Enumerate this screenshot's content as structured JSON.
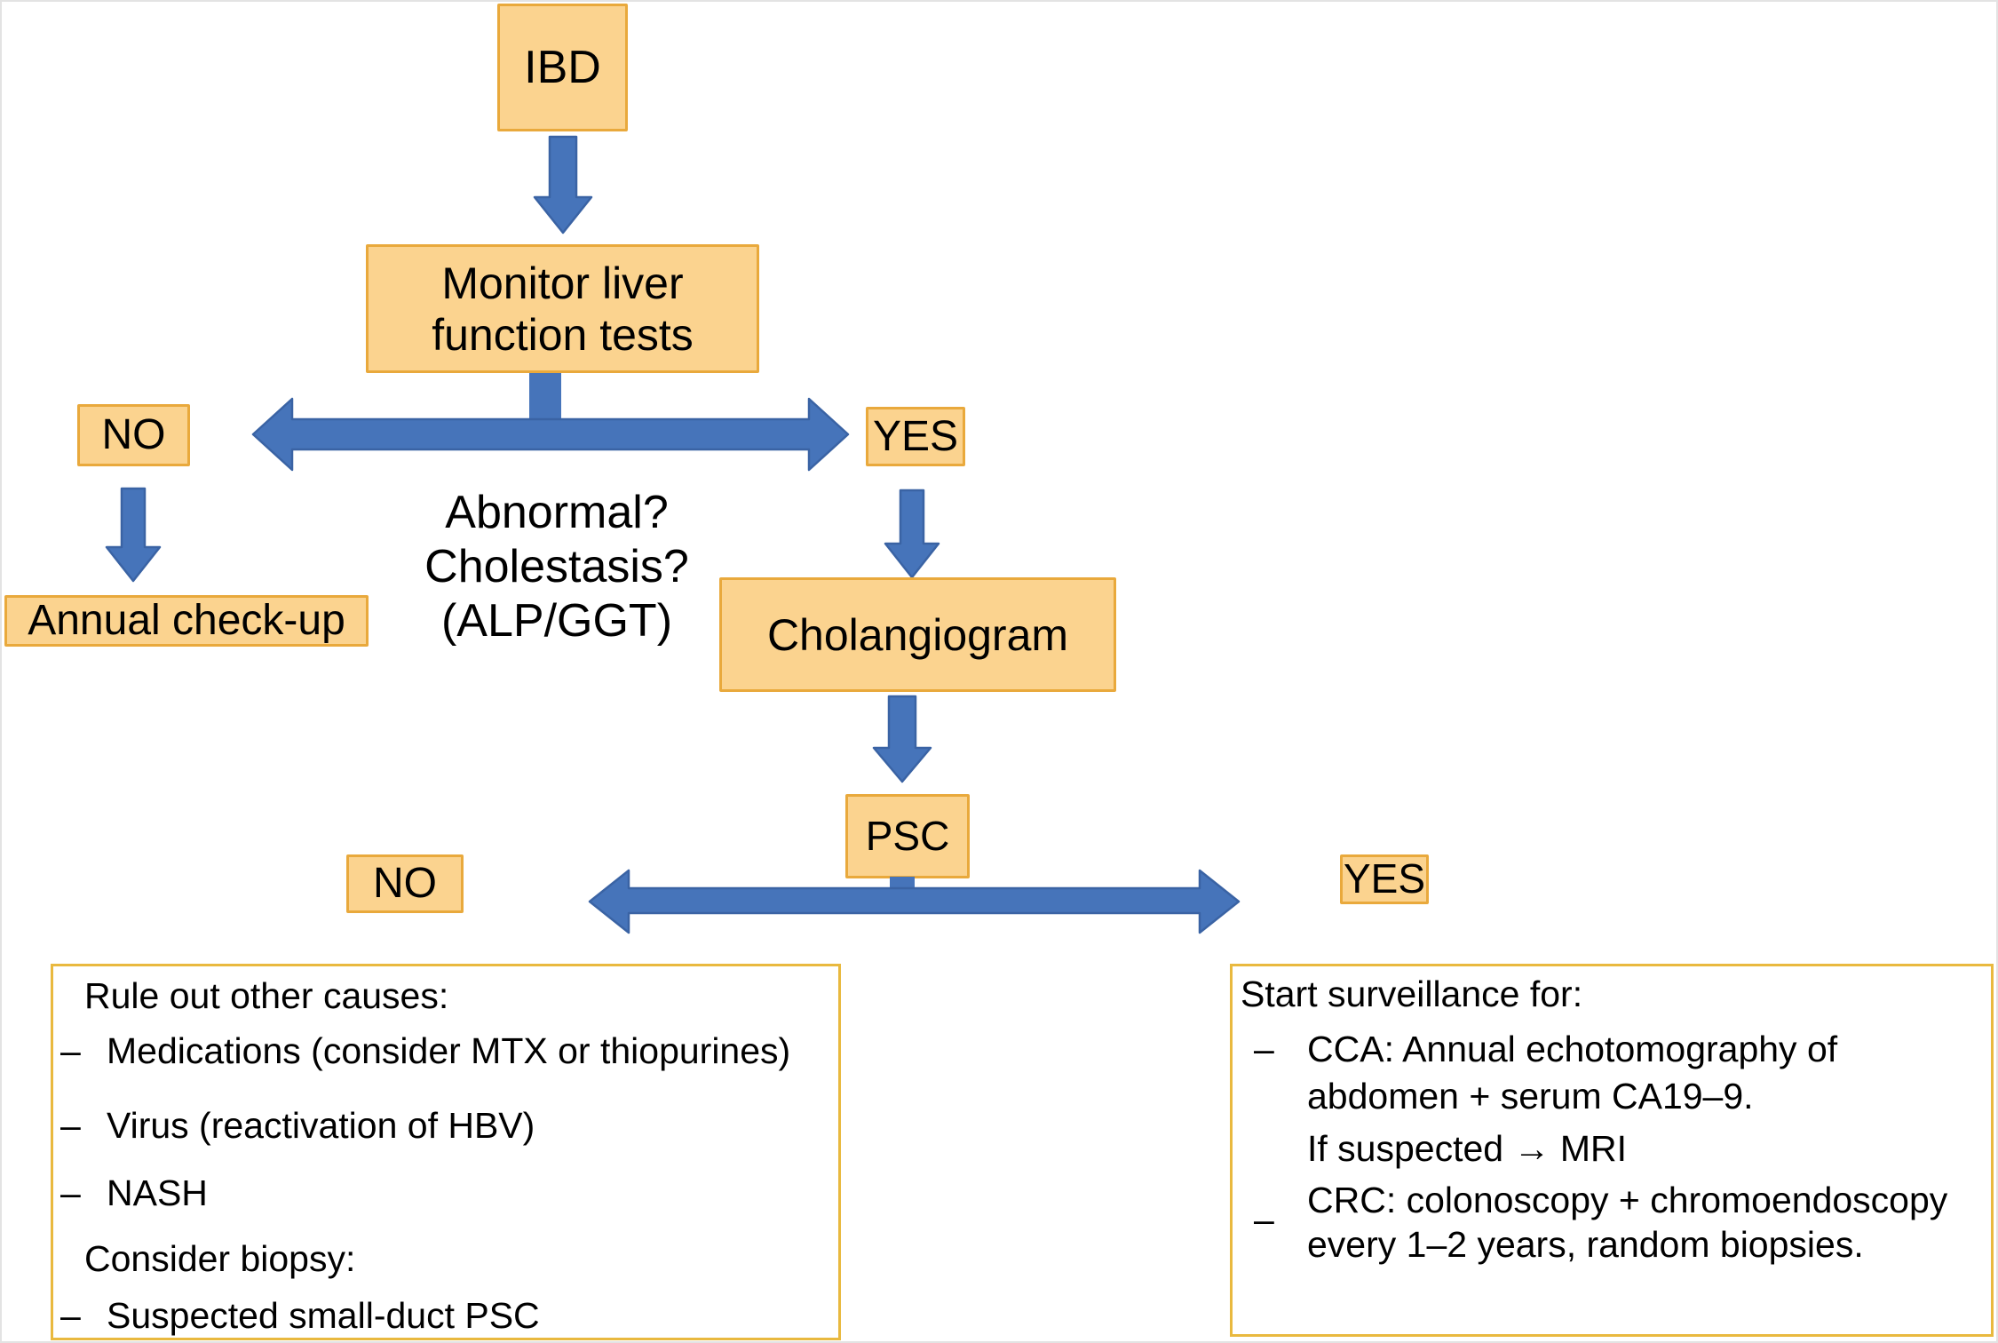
{
  "figure": {
    "colors": {
      "node_fill": "#FBD38F",
      "node_border": "#E9A93C",
      "arrow_fill": "#4674BA",
      "arrow_stroke": "#3A63A4",
      "outcome_border": "#E9B93F",
      "text": "#000000",
      "frame": "#E3E3E3",
      "background": "#FFFFFF"
    },
    "bullet": "–",
    "nodes": {
      "ibd": "IBD",
      "monitor_line1": "Monitor liver",
      "monitor_line2": "function tests",
      "no1": "NO",
      "yes1": "YES",
      "annual": "Annual check-up",
      "cholangiogram": "Cholangiogram",
      "psc": "PSC",
      "no2": "NO",
      "yes2": "YES"
    },
    "decision1_question": {
      "line1": "Abnormal?",
      "line2": "Cholestasis?",
      "line3": "(ALP/GGT)"
    },
    "arrows": {
      "ibd_to_monitor": "down",
      "monitor_to_decision1": "double-horizontal",
      "no1_to_annual": "down",
      "yes1_to_cholangiogram": "down",
      "cholangiogram_to_psc": "down",
      "psc_to_decision2": "double-horizontal"
    },
    "outcome_no": {
      "title": "Rule out other causes:",
      "item1": "Medications (consider MTX or thiopurines)",
      "item2": "Virus (reactivation of HBV)",
      "item3": "NASH",
      "subtitle": "Consider biopsy:",
      "item4": "Suspected small-duct PSC"
    },
    "outcome_yes": {
      "title": "Start surveillance for:",
      "item1_line1": "CCA: Annual echotomography of",
      "item1_line2": "abdomen + serum CA19–9.",
      "item1_line3": "If suspected → MRI",
      "item2_line1": "CRC: colonoscopy + chromoendoscopy",
      "item2_line2": "every 1–2 years, random biopsies."
    }
  }
}
